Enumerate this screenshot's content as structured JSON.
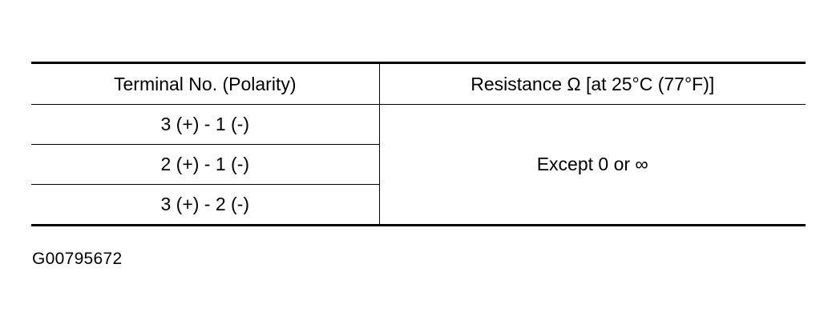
{
  "table": {
    "headers": {
      "terminal": "Terminal No. (Polarity)",
      "resistance": "Resistance Ω [at 25°C (77°F)]"
    },
    "rows": [
      {
        "terminal": "3 (+) - 1 (-)"
      },
      {
        "terminal": "2 (+) - 1 (-)"
      },
      {
        "terminal": "3 (+) - 2 (-)"
      }
    ],
    "resistance_value": "Except 0 or ∞"
  },
  "figure_code": "G00795672"
}
